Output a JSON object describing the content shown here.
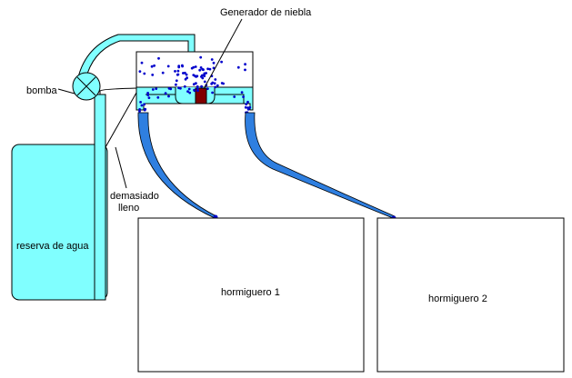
{
  "labels": {
    "mist_generator": "Generador de niebla",
    "pump": "bomba",
    "overflow_line1": "demasiado",
    "overflow_line2": "lleno",
    "water_reserve": "reserva de agua",
    "nest1": "hormiguero 1",
    "nest2": "hormiguero 2"
  },
  "colors": {
    "water": "#80ffff",
    "tube_blue": "#2f7fe0",
    "mist_dots": "#0000cc",
    "generator": "#800000",
    "outline": "#000000"
  }
}
